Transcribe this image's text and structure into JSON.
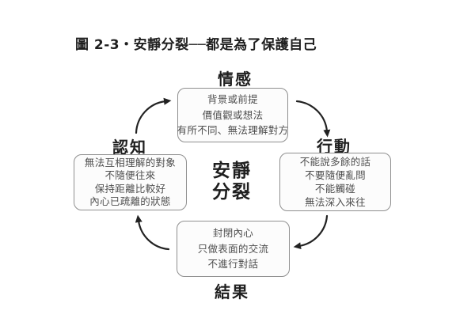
{
  "title": "圖 2-3・安靜分裂──都是為了保護自己",
  "center": {
    "line1": "安靜",
    "line2": "分裂"
  },
  "nodes": {
    "emotion": {
      "label": "情感",
      "lines": [
        "背景或前提",
        "價值觀或想法",
        "有所不同、無法理解對方"
      ]
    },
    "action": {
      "label": "行動",
      "lines": [
        "不能說多餘的話",
        "不要隨便亂問",
        "不能觸碰",
        "無法深入來往"
      ]
    },
    "result": {
      "label": "結果",
      "lines": [
        "封閉內心",
        "只做表面的交流",
        "不進行對話"
      ]
    },
    "cognition": {
      "label": "認知",
      "lines": [
        "無法互相理解的對象",
        "不隨便往來",
        "保持距離比較好",
        "內心已疏離的狀態"
      ]
    }
  },
  "colors": {
    "background": "#ffffff",
    "title_text": "#1f1f1f",
    "label_text": "#1f1f1f",
    "box_border": "#8f8f8f",
    "box_fill": "#fcfcfc",
    "box_text": "#4f4f4f",
    "arrow": "#222222"
  }
}
